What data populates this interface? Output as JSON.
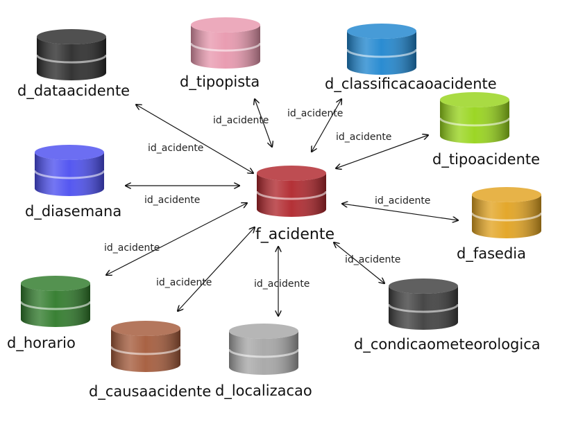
{
  "fact": {
    "name": "f_acidente",
    "color": "#b0262c"
  },
  "dimensions": [
    {
      "id": "dataacidente",
      "name": "d_dataacidente",
      "color": "#2a2a2a"
    },
    {
      "id": "tipopista",
      "name": "d_tipopista",
      "color": "#e898ae"
    },
    {
      "id": "classificacaoacidente",
      "name": "d_classificacaoacidente",
      "color": "#1f86cf"
    },
    {
      "id": "tipoacidente",
      "name": "d_tipoacidente",
      "color": "#97d41a"
    },
    {
      "id": "diasemana",
      "name": "d_diasemana",
      "color": "#4c4ff0"
    },
    {
      "id": "fasedia",
      "name": "d_fasedia",
      "color": "#e2a320"
    },
    {
      "id": "horario",
      "name": "d_horario",
      "color": "#2f7a2a"
    },
    {
      "id": "causaacidente",
      "name": "d_causaacidente",
      "color": "#a45a3a"
    },
    {
      "id": "localizacao",
      "name": "d_localizacao",
      "color": "#a6a6a6"
    },
    {
      "id": "condicaometeorologica",
      "name": "d_condicaometeorologica",
      "color": "#3e3e3e"
    }
  ],
  "relationships": [
    {
      "to": "dataacidente",
      "key": "id_acidente"
    },
    {
      "to": "tipopista",
      "key": "id_acidente"
    },
    {
      "to": "classificacaoacidente",
      "key": "id_acidente"
    },
    {
      "to": "tipoacidente",
      "key": "id_acidente"
    },
    {
      "to": "diasemana",
      "key": "id_acidente"
    },
    {
      "to": "fasedia",
      "key": "id_acidente"
    },
    {
      "to": "horario",
      "key": "id_acidente"
    },
    {
      "to": "causaacidente",
      "key": "id_acidente"
    },
    {
      "to": "localizacao",
      "key": "id_acidente"
    },
    {
      "to": "condicaometeorologica",
      "key": "id_acidente"
    }
  ]
}
